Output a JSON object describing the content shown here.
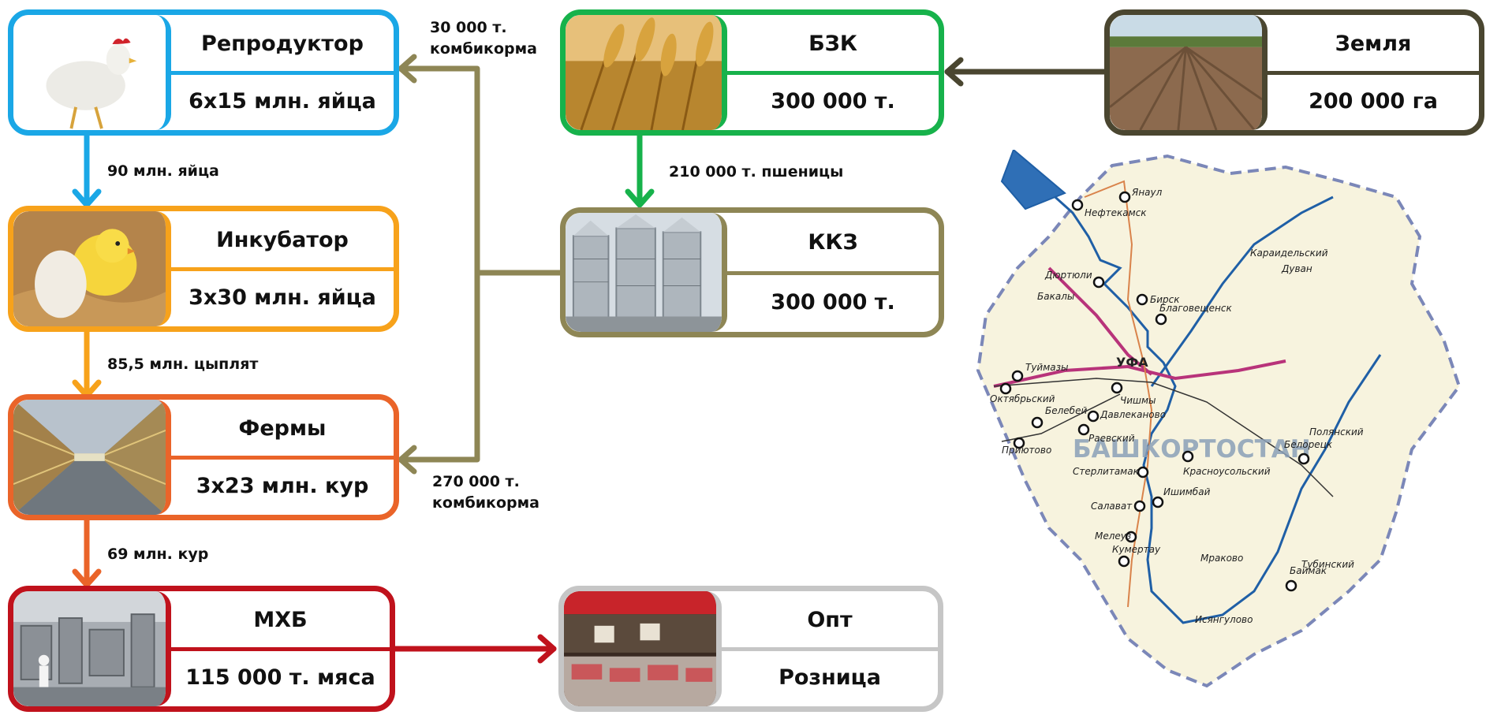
{
  "colors": {
    "reproductor": "#1aa7e6",
    "incubator": "#f7a21b",
    "farms": "#ea6429",
    "mkhb": "#c0121c",
    "bzk": "#17b24b",
    "kkz": "#8e8655",
    "zemlya": "#4a4630",
    "opt": "#c6c6c6"
  },
  "nodes": {
    "reproductor": {
      "title": "Репродуктор",
      "value": "6х15 млн. яйца",
      "icon": "chicken-photo"
    },
    "incubator": {
      "title": "Инкубатор",
      "value": "3х30 млн. яйца",
      "icon": "chick-egg-photo"
    },
    "farms": {
      "title": "Фермы",
      "value": "3х23 млн. кур",
      "icon": "poultry-house-photo"
    },
    "mkhb": {
      "title": "МХБ",
      "value": "115 000 т. мяса",
      "icon": "processing-plant-photo"
    },
    "bzk": {
      "title": "БЗК",
      "value": "300 000 т.",
      "icon": "wheat-photo"
    },
    "kkz": {
      "title": "ККЗ",
      "value": "300 000 т.",
      "icon": "grain-silos-photo"
    },
    "zemlya": {
      "title": "Земля",
      "value": "200 000 га",
      "icon": "field-photo"
    },
    "opt": {
      "title": "Опт",
      "value": "Розница",
      "icon": "supermarket-photo"
    }
  },
  "flows": {
    "feed_to_reproductor": [
      "30 000 т.",
      "комбикорма"
    ],
    "eggs_to_incubator": "90 млн. яйца",
    "chicks_to_farms": "85,5 млн. цыплят",
    "birds_to_mkhb": "69 млн. кур",
    "wheat_to_kkz": "210 000 т. пшеницы",
    "feed_to_farms": [
      "270 000 т.",
      "комбикорма"
    ]
  },
  "map": {
    "region": "БАШКОРТОСТАН",
    "capital": "УФА",
    "cities": [
      "Янаул",
      "Нефтекамск",
      "Караидельский",
      "Дуван",
      "Дюртюли",
      "Бирск",
      "Бакалы",
      "Благовещенск",
      "Туймазы",
      "Октябрьский",
      "Чишмы",
      "Белебей",
      "Давлеканово",
      "Раевский",
      "Приютово",
      "Полянский",
      "Белорецк",
      "Красноусольский",
      "Стерлитамак",
      "Ишимбай",
      "Салават",
      "Мелеуз",
      "Кумертау",
      "Мраково",
      "Тубинский",
      "Баймак",
      "Исянгулово"
    ]
  }
}
